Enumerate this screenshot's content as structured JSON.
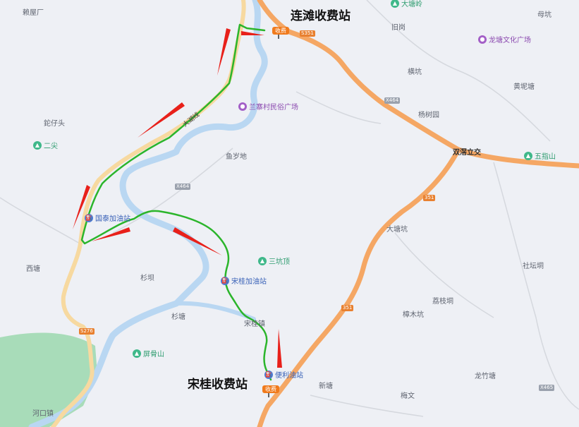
{
  "toll_stations": {
    "north": "连滩收费站",
    "south": "宋桂收费站"
  },
  "toll_badges": {
    "north": "收费",
    "south": "收费"
  },
  "route_label": "大湖线",
  "road_shields": {
    "x464_top": "X464",
    "x464_mid": "X464",
    "s351": "S351",
    "s351b": "351",
    "s276": "S276",
    "x465": "X465"
  },
  "gas_stations": [
    {
      "name": "国泰加油站"
    },
    {
      "name": "宋桂加油站"
    },
    {
      "name": "便利油站"
    }
  ],
  "pois": [
    {
      "name": "大塘岭",
      "color": "#3fb88a"
    },
    {
      "name": "龙塘文化广场",
      "color": "#a35fc7"
    },
    {
      "name": "兰寨村民俗广场",
      "color": "#a35fc7"
    },
    {
      "name": "二尖",
      "color": "#3fb88a"
    },
    {
      "name": "五指山",
      "color": "#3fb88a"
    },
    {
      "name": "三坑顶",
      "color": "#3fb88a"
    },
    {
      "name": "屏骨山",
      "color": "#3fb88a"
    }
  ],
  "places": {
    "p1": "赖屋厂",
    "p2": "旧岗",
    "p3": "母坑",
    "p4": "横坑",
    "p5": "黄坭塘",
    "p6": "杨树园",
    "p7": "双滘立交",
    "p8": "鉈仔头",
    "p9": "鱼岁地",
    "p10": "大塘坑",
    "p11": "社坛垌",
    "p12": "西塘",
    "p13": "杉坝",
    "p14": "杉塘",
    "p15": "宋桂镇",
    "p16": "荔枝垌",
    "p17": "樟木坑",
    "p18": "龙竹塘",
    "p19": "新塘",
    "p20": "梅文",
    "p21": "河口镇"
  },
  "colors": {
    "background": "#eef0f5",
    "expressway": "#f5a764",
    "provincial_road": "#f7d9a0",
    "river": "#b9d7f2",
    "route": "#2bb52b",
    "arrow": "#e8201a",
    "forest": "#9ed9b3"
  }
}
